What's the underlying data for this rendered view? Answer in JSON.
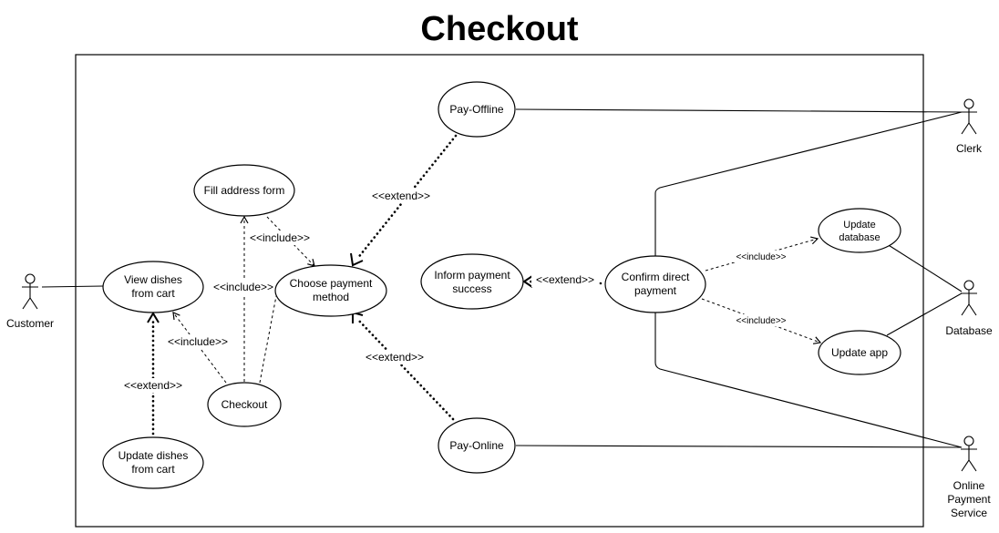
{
  "title": "Checkout",
  "actors": {
    "customer": "Customer",
    "clerk": "Clerk",
    "database": "Database",
    "online_payment_service": [
      "Online",
      "Payment",
      "Service"
    ]
  },
  "use_cases": {
    "view_dishes": [
      "View dishes",
      "from cart"
    ],
    "update_dishes": [
      "Update dishes",
      "from cart"
    ],
    "fill_address": [
      "Fill address form"
    ],
    "checkout": [
      "Checkout"
    ],
    "choose_payment": [
      "Choose payment",
      "method"
    ],
    "pay_offline": [
      "Pay-Offline"
    ],
    "pay_online": [
      "Pay-Online"
    ],
    "inform_payment": [
      "Inform payment",
      "success"
    ],
    "confirm_direct": [
      "Confirm direct",
      "payment"
    ],
    "update_database": [
      "Update",
      "database"
    ],
    "update_app": [
      "Update app"
    ]
  },
  "relations": {
    "extend": "<<extend>>",
    "include": "<<include>>"
  }
}
